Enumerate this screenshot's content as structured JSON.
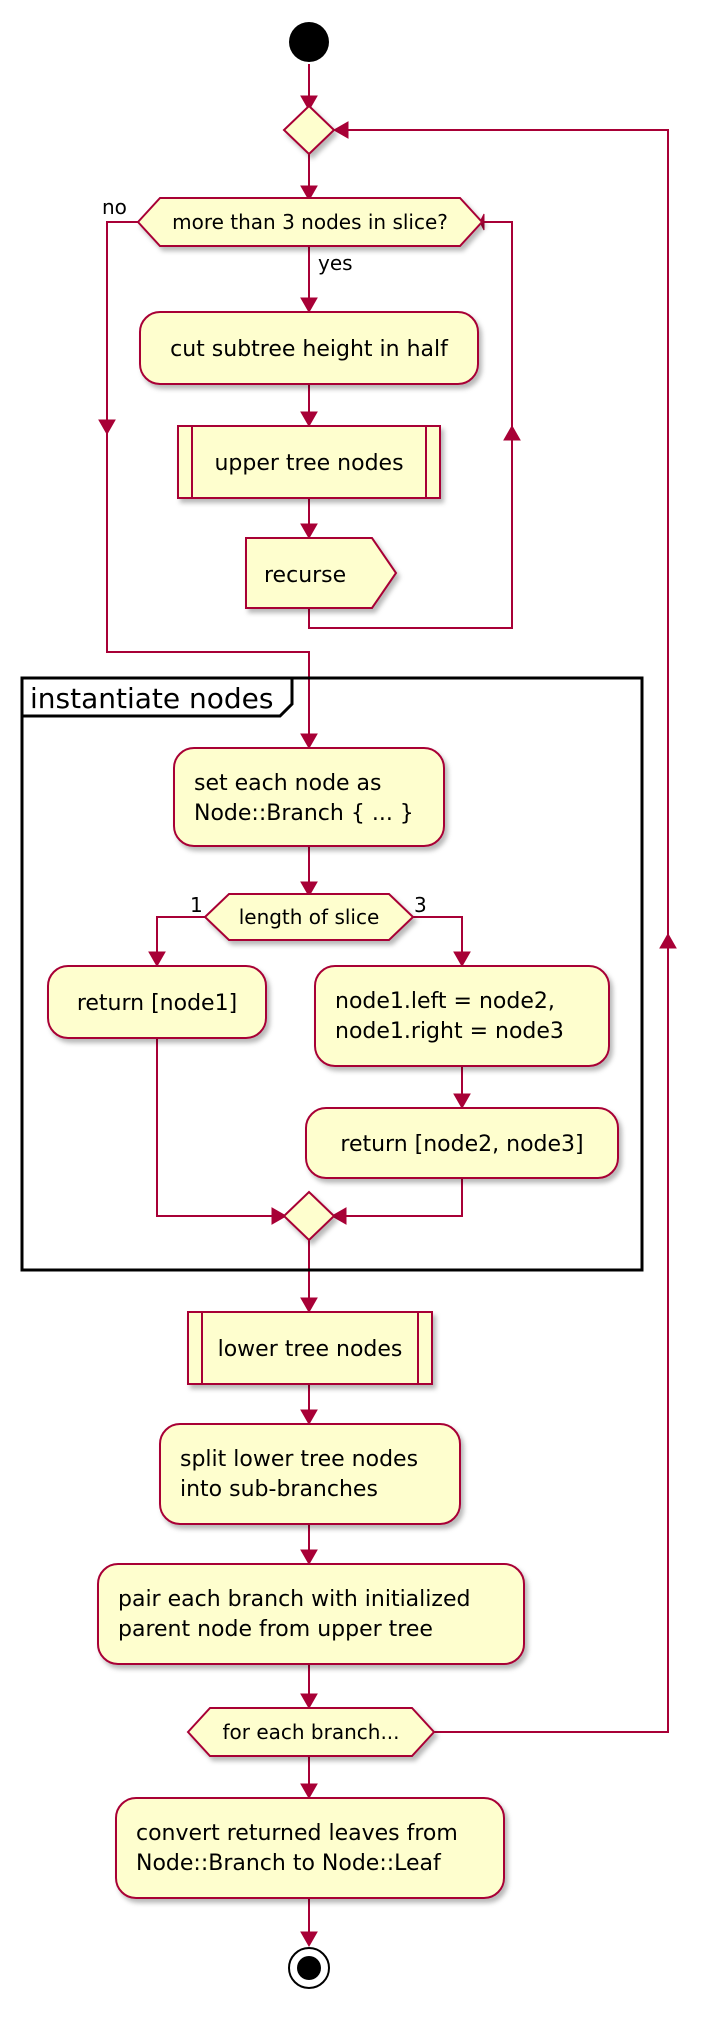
{
  "nodes": {
    "check_slice": "more than 3 nodes in slice?",
    "cut_height": "cut subtree height in half",
    "upper_nodes": "upper tree nodes",
    "recurse": "recurse",
    "set_branch_l1": "set each node as",
    "set_branch_l2": "Node::Branch { ... }",
    "length_slice": "length of slice",
    "return_node1": "return [node1]",
    "assign_l1": "node1.left = node2,",
    "assign_l2": "node1.right = node3",
    "return_23": "return [node2, node3]",
    "lower_nodes": "lower tree nodes",
    "split_l1": "split lower tree nodes",
    "split_l2": "into sub-branches",
    "pair_l1": "pair each branch with initialized",
    "pair_l2": "parent node from upper tree",
    "for_each": "for each branch...",
    "convert_l1": "convert returned leaves from",
    "convert_l2": "Node::Branch to Node::Leaf"
  },
  "edge_labels": {
    "no": "no",
    "yes": "yes",
    "one": "1",
    "three": "3"
  },
  "group": {
    "title": "instantiate nodes"
  },
  "colors": {
    "fill": "#FEFECE",
    "border": "#A80036",
    "frame": "#000000"
  }
}
